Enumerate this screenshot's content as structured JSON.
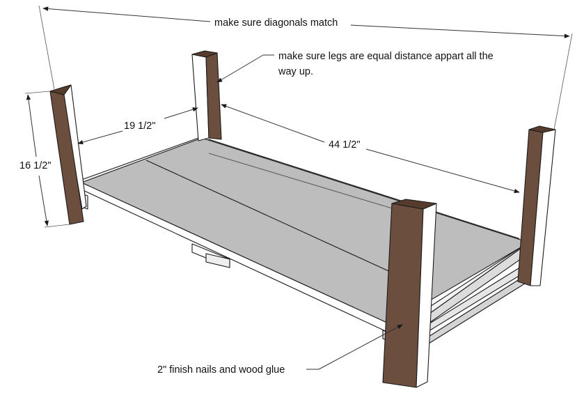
{
  "annotations": {
    "diagonal": "make sure diagonals match",
    "legs_line1": "make sure legs are equal distance appart all the",
    "legs_line2": "way up.",
    "nails": "2\" finish nails and wood glue"
  },
  "dimensions": {
    "height": "16 1/2\"",
    "width": "19 1/2\"",
    "length": "44 1/2\""
  },
  "colors": {
    "wood": "#6b4e3d",
    "wood_dark": "#553c2d",
    "board": "#bdbdbd",
    "frame": "#ffffff",
    "frame_shade": "#dcdcdc",
    "line": "#1a1a1a"
  }
}
